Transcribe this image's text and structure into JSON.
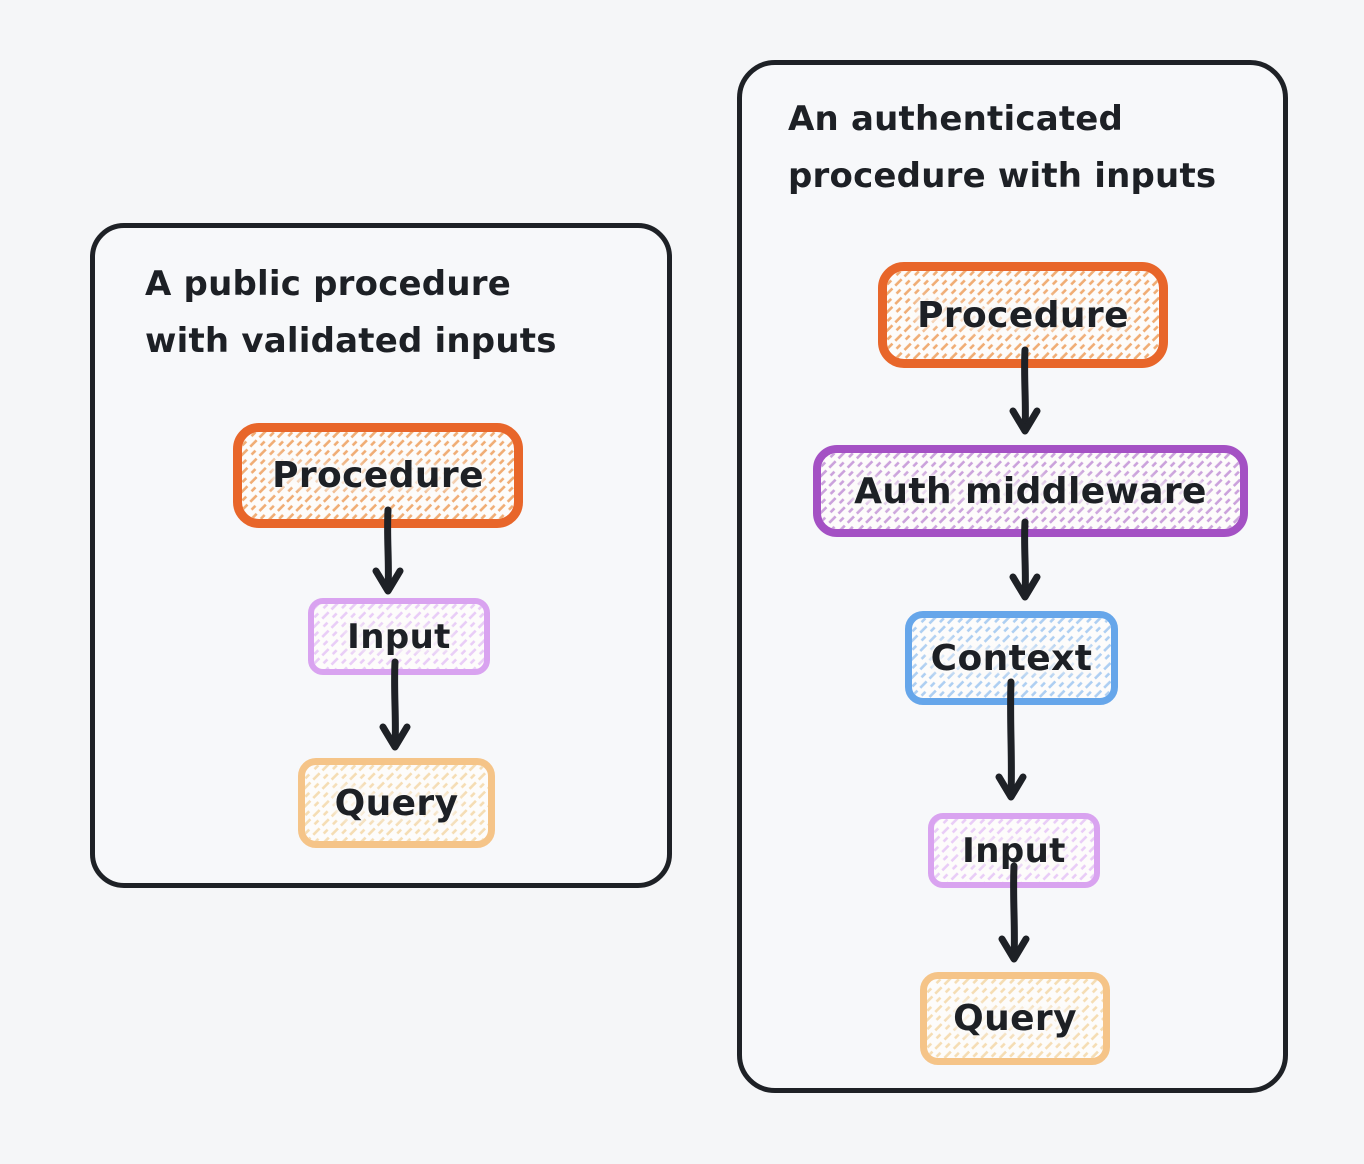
{
  "diagram": {
    "kind": "flow-diagram",
    "colors": {
      "page_bg": "#f5f6f8",
      "ink": "#1e2126",
      "orange_stroke": "#e8662a",
      "orange_hatch": "#f0ad75",
      "purple_stroke": "#a451c4",
      "purple_hatch": "#cba2dc",
      "blue_stroke": "#66a6ea",
      "blue_hatch": "#aecff2",
      "violet_stroke": "#d9a3f0",
      "violet_hatch": "#e9cdf7",
      "tan_stroke": "#f5c488",
      "tan_hatch": "#f5ddb4",
      "node_bg": "#fdfcfb"
    },
    "panels": [
      {
        "id": "public-procedure",
        "title_lines": [
          "A public procedure",
          "with validated inputs"
        ],
        "nodes": [
          {
            "id": "procedure",
            "label": "Procedure",
            "color": "orange"
          },
          {
            "id": "input",
            "label": "Input",
            "color": "violet"
          },
          {
            "id": "query",
            "label": "Query",
            "color": "tan"
          }
        ],
        "arrows": [
          "procedure->input",
          "input->query"
        ]
      },
      {
        "id": "authenticated-procedure",
        "title_lines": [
          "An authenticated",
          "procedure with inputs"
        ],
        "nodes": [
          {
            "id": "procedure",
            "label": "Procedure",
            "color": "orange"
          },
          {
            "id": "auth-middleware",
            "label": "Auth middleware",
            "color": "purple"
          },
          {
            "id": "context",
            "label": "Context",
            "color": "blue"
          },
          {
            "id": "input",
            "label": "Input",
            "color": "violet"
          },
          {
            "id": "query",
            "label": "Query",
            "color": "tan"
          }
        ],
        "arrows": [
          "procedure->auth-middleware",
          "auth-middleware->context",
          "context->input",
          "input->query"
        ]
      }
    ]
  }
}
